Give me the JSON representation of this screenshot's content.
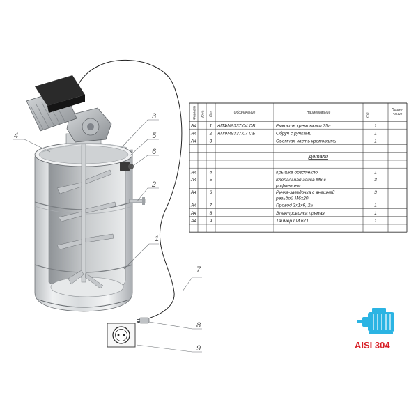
{
  "table": {
    "headers": {
      "format": "Формат",
      "zone": "Зона",
      "pos": "Поз",
      "designation": "Обозначение",
      "name": "Наименование",
      "qty": "Кол.",
      "note": "Приме-\nчание"
    },
    "rows": [
      {
        "format": "А4",
        "pos": "1",
        "designation": "АПФМ9337.04 СБ",
        "name": "Емкость кремовалки 35л",
        "qty": "1"
      },
      {
        "format": "А4",
        "pos": "2",
        "designation": "АПФМ9337.07 СБ",
        "name": "Обруч с ручками",
        "qty": "1"
      },
      {
        "format": "А4",
        "pos": "3",
        "designation": "",
        "name": "Съемная часть кремовалки",
        "qty": "1"
      },
      {
        "format": "",
        "pos": "",
        "designation": "",
        "name": "",
        "qty": ""
      },
      {
        "format": "",
        "pos": "",
        "designation": "",
        "name": "Детали",
        "qty": "",
        "section": true
      },
      {
        "format": "",
        "pos": "",
        "designation": "",
        "name": "",
        "qty": ""
      },
      {
        "format": "А4",
        "pos": "4",
        "designation": "",
        "name": "Крышка оргстекло",
        "qty": "1"
      },
      {
        "format": "А4",
        "pos": "5",
        "designation": "",
        "name": "Клепальная гайка М6 с рифлением",
        "qty": "3",
        "tall": true
      },
      {
        "format": "А4",
        "pos": "6",
        "designation": "",
        "name": "Ручка-звездочка с внешней резьбой М6х20",
        "qty": "3",
        "tall": true
      },
      {
        "format": "А4",
        "pos": "7",
        "designation": "",
        "name": "Провод 3х1х6, 2м",
        "qty": "1"
      },
      {
        "format": "А4",
        "pos": "8",
        "designation": "",
        "name": "Электровилка прямая",
        "qty": "1"
      },
      {
        "format": "А4",
        "pos": "9",
        "designation": "",
        "name": "Таймер LM 671",
        "qty": "1"
      },
      {
        "format": "",
        "pos": "",
        "designation": "",
        "name": "",
        "qty": ""
      }
    ]
  },
  "callouts": [
    "1",
    "2",
    "3",
    "4",
    "5",
    "6",
    "7",
    "8",
    "9"
  ],
  "badge": {
    "label": "AISI 304",
    "icon": "motor-icon",
    "icon_color": "#2bb4e3",
    "text_color": "#d81f26"
  },
  "colors": {
    "steel_light": "#e4e6e8",
    "steel_dark": "#9ea2a6",
    "motor": "#2a2a2a",
    "line": "#555555"
  }
}
